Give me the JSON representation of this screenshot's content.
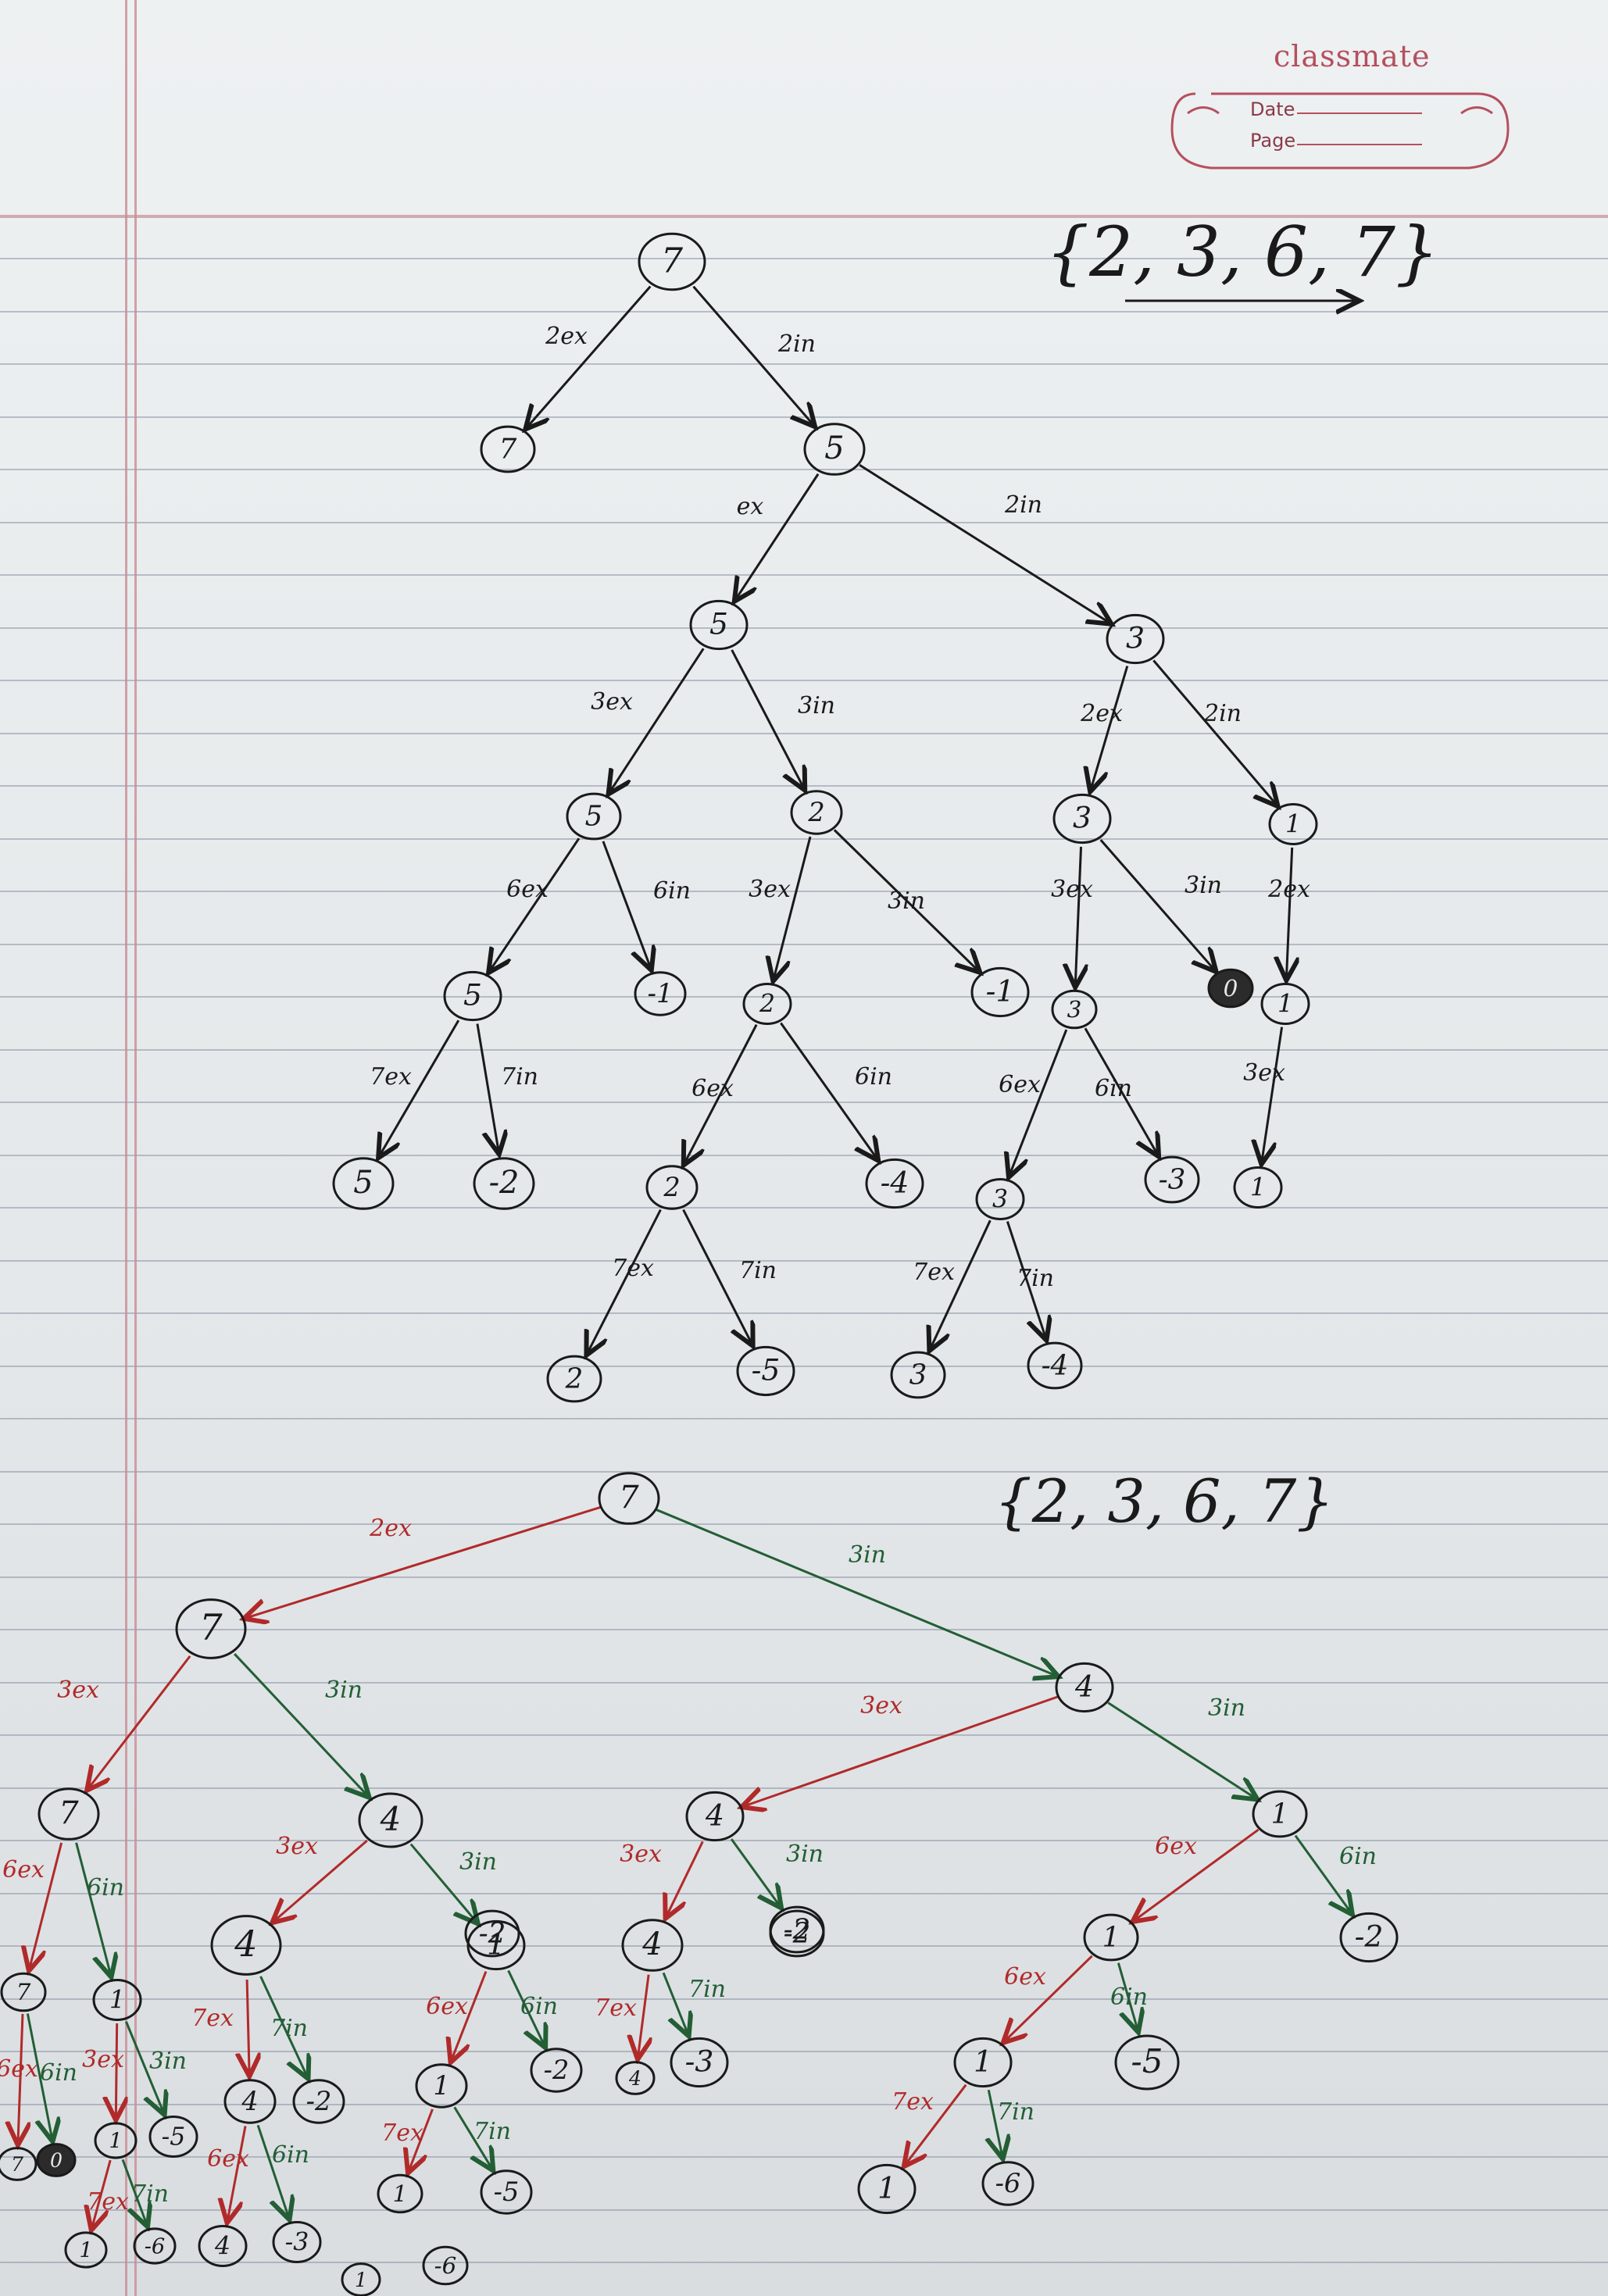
{
  "header": {
    "brand": "classmate",
    "date_label": "Date",
    "page_label": "Page"
  },
  "colors": {
    "ink": "#1a1a1a",
    "red": "#b12a2a",
    "green": "#235e35",
    "paper": "#e4e8ea",
    "rule": "#8a94a6",
    "margin": "#c98c95"
  },
  "tree1": {
    "set_label": "{2, 3, 6, 7}",
    "nodes": [
      {
        "id": "a",
        "v": "7"
      },
      {
        "id": "b",
        "v": "7"
      },
      {
        "id": "c",
        "v": "5"
      },
      {
        "id": "d",
        "v": "5"
      },
      {
        "id": "e",
        "v": "3"
      },
      {
        "id": "f",
        "v": "5"
      },
      {
        "id": "g",
        "v": "2"
      },
      {
        "id": "h",
        "v": "3"
      },
      {
        "id": "i",
        "v": "1"
      },
      {
        "id": "j",
        "v": "5"
      },
      {
        "id": "k",
        "v": "-1"
      },
      {
        "id": "l",
        "v": "2"
      },
      {
        "id": "m",
        "v": "-1"
      },
      {
        "id": "n",
        "v": "3"
      },
      {
        "id": "o",
        "v": "0"
      },
      {
        "id": "p",
        "v": "1"
      },
      {
        "id": "q",
        "v": "5"
      },
      {
        "id": "r",
        "v": "-2"
      },
      {
        "id": "s",
        "v": "2"
      },
      {
        "id": "t",
        "v": "-4"
      },
      {
        "id": "u",
        "v": "3"
      },
      {
        "id": "v",
        "v": "-3"
      },
      {
        "id": "w",
        "v": "1"
      },
      {
        "id": "x",
        "v": "2"
      },
      {
        "id": "y",
        "v": "-5"
      },
      {
        "id": "z",
        "v": "3"
      },
      {
        "id": "aa",
        "v": "-4"
      }
    ],
    "edge_labels": [
      "2ex",
      "2in",
      "ex",
      "2in",
      "3ex",
      "3in",
      "2ex",
      "2in",
      "6ex",
      "6in",
      "3ex",
      "3in",
      "3ex",
      "3in",
      "2ex",
      "7ex",
      "7in",
      "6ex",
      "6in",
      "6ex",
      "6in",
      "3ex",
      "7ex",
      "7in",
      "7ex",
      "7in"
    ]
  },
  "tree2": {
    "set_label": "{2, 3, 6, 7}",
    "nodes": [
      {
        "id": "A",
        "v": "7"
      },
      {
        "id": "B",
        "v": "7"
      },
      {
        "id": "C",
        "v": "4"
      },
      {
        "id": "D",
        "v": "7"
      },
      {
        "id": "E",
        "v": "4"
      },
      {
        "id": "F",
        "v": "4"
      },
      {
        "id": "G",
        "v": "1"
      },
      {
        "id": "H",
        "v": "7"
      },
      {
        "id": "I",
        "v": "1"
      },
      {
        "id": "J",
        "v": "4"
      },
      {
        "id": "K",
        "v": "-2"
      },
      {
        "id": "L",
        "v": "1"
      },
      {
        "id": "M",
        "v": "-2"
      },
      {
        "id": "N",
        "v": "4"
      },
      {
        "id": "O",
        "v": "-2"
      },
      {
        "id": "P",
        "v": "1"
      },
      {
        "id": "Q",
        "v": "-2"
      },
      {
        "id": "R",
        "v": "7"
      },
      {
        "id": "S",
        "v": "0"
      },
      {
        "id": "T",
        "v": "1"
      },
      {
        "id": "U",
        "v": "-5"
      },
      {
        "id": "V",
        "v": "4"
      },
      {
        "id": "W",
        "v": "-2"
      },
      {
        "id": "X",
        "v": "1"
      },
      {
        "id": "Y",
        "v": "-2"
      },
      {
        "id": "Z",
        "v": "4"
      },
      {
        "id": "AA",
        "v": "-3"
      },
      {
        "id": "AB",
        "v": "1"
      },
      {
        "id": "AC",
        "v": "-5"
      },
      {
        "id": "AD",
        "v": "1"
      },
      {
        "id": "AE",
        "v": "-6"
      },
      {
        "id": "AF",
        "v": "4"
      },
      {
        "id": "AG",
        "v": "-3"
      },
      {
        "id": "AH",
        "v": "1"
      },
      {
        "id": "AI",
        "v": "-5"
      },
      {
        "id": "AJ",
        "v": "1"
      },
      {
        "id": "AK",
        "v": "-6"
      },
      {
        "id": "AL",
        "v": "1"
      },
      {
        "id": "AM",
        "v": "-6"
      }
    ],
    "edge_labels": [
      "2ex",
      "3in",
      "3ex",
      "3in",
      "3ex",
      "3in",
      "6ex",
      "6in",
      "3ex",
      "3in",
      "3ex",
      "3in",
      "6ex",
      "6in",
      "6ex",
      "6in",
      "3ex",
      "3in",
      "7ex",
      "7in",
      "6ex",
      "6in",
      "7ex",
      "7in",
      "6ex",
      "6in",
      "7ex",
      "7in",
      "6ex",
      "6in",
      "7ex",
      "7in",
      "7ex",
      "7in"
    ]
  }
}
